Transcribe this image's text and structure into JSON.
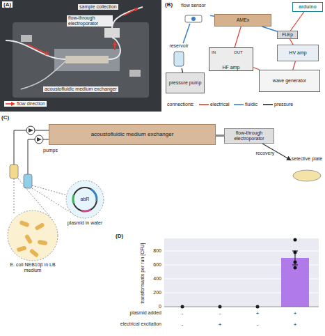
{
  "diagram": {
    "nodes": [
      {
        "text": [
          "flow sensor"
        ]
      },
      {
        "text": [
          "AMEx"
        ]
      },
      {
        "text": [
          "FLEp"
        ]
      },
      {
        "text": [
          "arduino"
        ]
      },
      {
        "text": [
          "HV amp"
        ]
      },
      {
        "text": [
          "reservoir"
        ]
      },
      {
        "text": [
          "pressure pump"
        ]
      },
      {
        "text": [
          "HF amp"
        ]
      },
      {
        "text": [
          "wave generator"
        ]
      },
      {
        "text": [
          "acoustofluidic medium exchanger"
        ]
      },
      {
        "text": [
          "flow-through electroporator"
        ]
      },
      {
        "text": [
          "selective plate"
        ]
      },
      {
        "text": [
          "E. coli NEB10β in LB medium"
        ]
      },
      {
        "text": [
          "abR",
          "plasmid in water"
        ]
      }
    ],
    "edges": [
      {
        "from": 6,
        "to": 5,
        "arrow": "none"
      },
      {
        "from": 5,
        "to": 0,
        "arrow": "none"
      },
      {
        "from": 0,
        "to": 1,
        "arrow": "none"
      },
      {
        "from": 1,
        "to": 2,
        "arrow": "none"
      },
      {
        "from": 3,
        "to": 2,
        "arrow": "none"
      },
      {
        "from": 4,
        "to": 2,
        "arrow": "none"
      },
      {
        "from": 8,
        "to": 4,
        "arrow": "none"
      },
      {
        "from": 8,
        "to": 7,
        "arrow": "none"
      },
      {
        "from": 7,
        "to": 1,
        "arrow": "none"
      },
      {
        "from": 9,
        "to": 10,
        "arrow": "none"
      },
      {
        "from": 10,
        "to": 11,
        "label": "recovery",
        "arrow": "to"
      }
    ],
    "labels": [
      "(A)",
      "sample collection",
      "flow-through electroporator",
      "acoustofluidic medium exchanger",
      "(B)",
      "IN",
      "OUT",
      "connections:",
      "(C)",
      "pumps",
      "(D)",
      "0",
      "200",
      "400",
      "600",
      "800",
      "transformants per run [CFU]",
      "plasmid added",
      "-",
      "-",
      "+",
      "+",
      "electrical excitation",
      "-",
      "+",
      "-",
      "+"
    ],
    "legend": [
      {
        "text": "flow direction"
      },
      {
        "text": "electrical"
      },
      {
        "text": "fluidic"
      },
      {
        "text": "pressure"
      }
    ]
  }
}
